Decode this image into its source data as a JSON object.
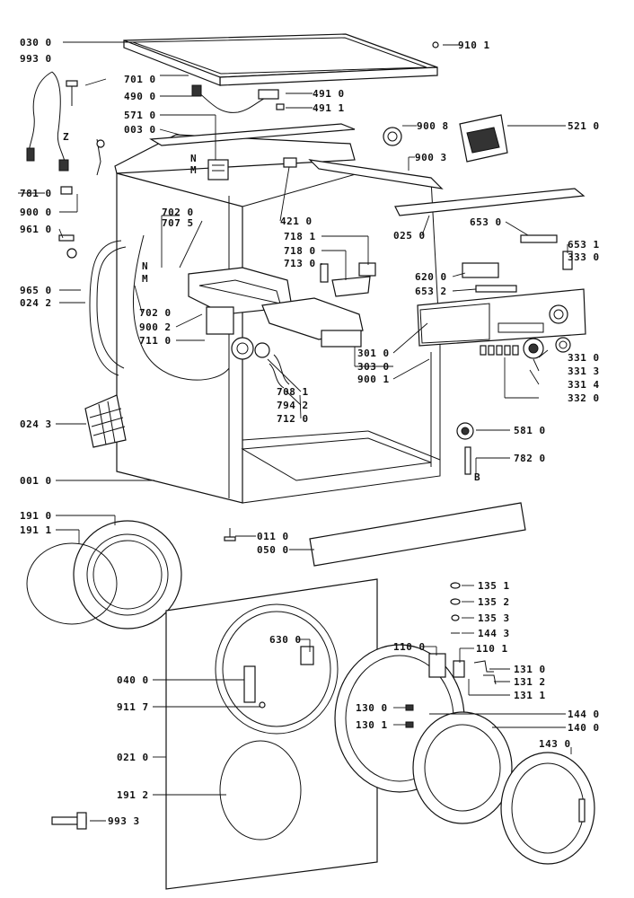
{
  "callouts": {
    "c030": "030 0",
    "c993": "993 0",
    "c701": "701 0",
    "c490": "490 0",
    "c571": "571 0",
    "c003": "003 0",
    "c910": "910 1",
    "c491a": "491 0",
    "c491b": "491 1",
    "c9008": "900 8",
    "c521": "521 0",
    "c9003": "900 3",
    "c781": "781 0",
    "c900": "900 0",
    "c961": "961 0",
    "c421": "421 0",
    "c025": "025 0",
    "c653": "653 0",
    "c6531": "653 1",
    "c333": "333 0",
    "c702a": "702 0",
    "c707": "707 5",
    "c7181": "718 1",
    "c7180": "718 0",
    "c713": "713 0",
    "c620": "620 0",
    "c6532": "653 2",
    "c965": "965 0",
    "c0242": "024 2",
    "c702b": "702 0",
    "c9002": "900 2",
    "c711": "711 0",
    "c301": "301 0",
    "c303": "303 0",
    "c9001": "900 1",
    "c3310": "331 0",
    "c3313": "331 3",
    "c3314": "331 4",
    "c332": "332 0",
    "c708": "708 1",
    "c794": "794 2",
    "c712": "712 0",
    "c0243": "024 3",
    "c581": "581 0",
    "c782": "782 0",
    "c001": "001 0",
    "c1910": "191 0",
    "c1911": "191 1",
    "c011": "011 0",
    "c050": "050 0",
    "c1351": "135 1",
    "c1352": "135 2",
    "c1353": "135 3",
    "c1443": "144 3",
    "c630": "630 0",
    "c1100": "110 0",
    "c1101": "110 1",
    "c1310": "131 0",
    "c1312": "131 2",
    "c1311": "131 1",
    "c040": "040 0",
    "c9117": "911 7",
    "c1300": "130 0",
    "c1301": "130 1",
    "c1440": "144 0",
    "c1400": "140 0",
    "c1430": "143 0",
    "c021": "021 0",
    "c1912": "191 2",
    "c9933": "993 3"
  },
  "markers": {
    "n_upper": "N",
    "m_upper": "M",
    "n_left": "N",
    "m_left": "M",
    "z": "Z",
    "b": "B"
  }
}
